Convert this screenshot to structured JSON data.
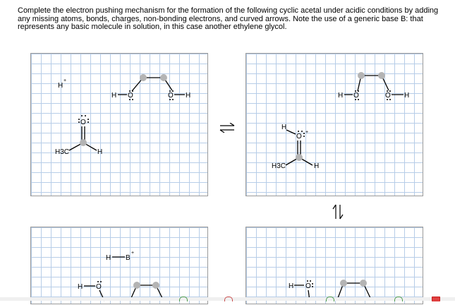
{
  "instructions": "Complete the electron pushing mechanism for the formation of the following cyclic acetal under acidic conditions by adding any missing atoms, bonds, charges, non-bonding electrons, and curved arrows. Note the use of a generic base B: that represents any basic molecule in solution, in this case another ethylene glycol.",
  "panel1": {
    "proton": "H",
    "proton_charge": "+",
    "glycol_h_left": "H",
    "glycol_o_left": "O",
    "glycol_o_right": "O",
    "glycol_h_right": "H",
    "carbonyl_o": "O",
    "methyl": "H3C",
    "aldehyde_h": "H"
  },
  "panel2": {
    "glycol_h_left": "H",
    "glycol_o_left": "O",
    "glycol_o_right": "O",
    "glycol_h_right": "H",
    "oxonium_h": "H",
    "oxonium_o": "O",
    "oxonium_charge": "+",
    "methyl": "H3C",
    "aldehyde_h": "H"
  },
  "panel3": {
    "base_h": "H",
    "base_b": "B",
    "base_charge": "+",
    "hydroxyl_h": "H",
    "hydroxyl_o": "O"
  },
  "panel4": {
    "hydroxyl_h": "H",
    "hydroxyl_o": "O"
  }
}
